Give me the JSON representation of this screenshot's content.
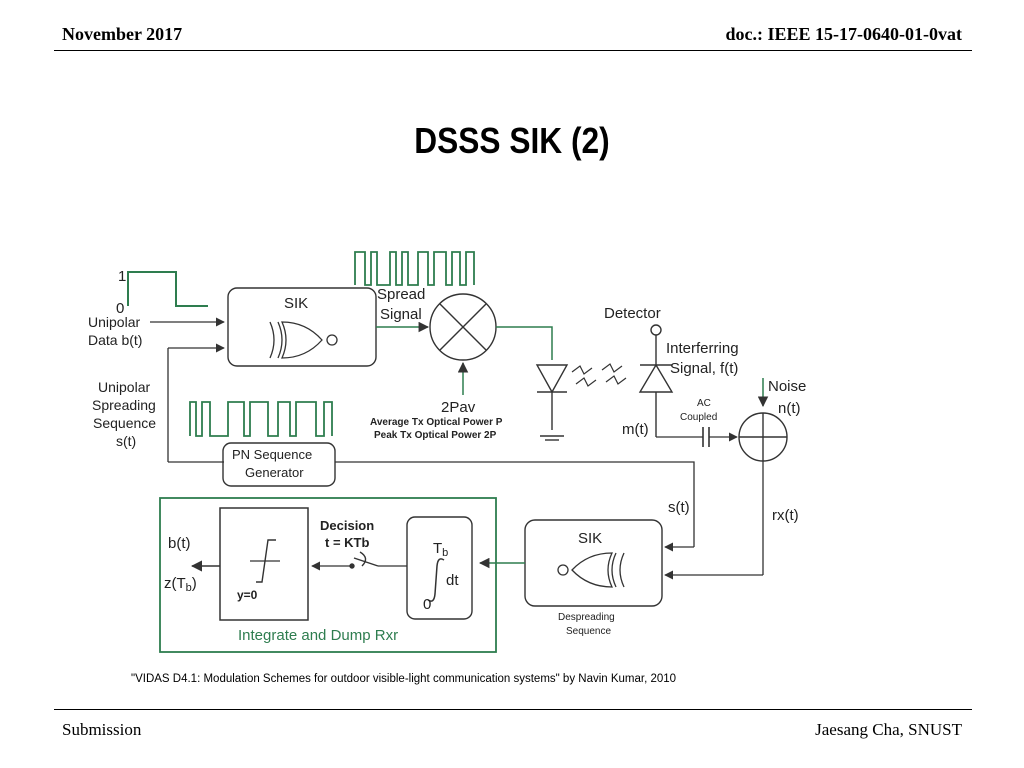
{
  "header": {
    "date": "November 2017",
    "doc": "doc.: IEEE 15-17-0640-01-0vat"
  },
  "title": "DSSS SIK (2)",
  "diagram": {
    "one": "1",
    "zero": "0",
    "unipolar_data_1": "Unipolar",
    "unipolar_data_2": "Data b(t)",
    "sik_top": "SIK",
    "spread_1": "Spread",
    "spread_2": "Signal",
    "detector": "Detector",
    "interfering_1": "Interferring",
    "interfering_2": "Signal, f(t)",
    "noise": "Noise",
    "noise_nt": "n(t)",
    "spreading_1": "Unipolar",
    "spreading_2": "Spreading",
    "spreading_3": "Sequence",
    "spreading_4": "s(t)",
    "two_pav": "2Pav",
    "avg_power": "Average Tx Optical Power P",
    "peak_power": "Peak Tx Optical Power 2P",
    "mt": "m(t)",
    "ac_1": "AC",
    "ac_2": "Coupled",
    "pn_1": "PN Sequence",
    "pn_2": "Generator",
    "st": "s(t)",
    "rxt": "rx(t)",
    "bt": "b(t)",
    "ztb": "z(T",
    "ztb_sub": "b",
    "ztb_close": ")",
    "y0": "y=0",
    "decision_1": "Decision",
    "decision_2": "t = KTb",
    "tb": "T",
    "tb_sub": "b",
    "int_zero": "0",
    "dt": "dt",
    "sik_bottom": "SIK",
    "despread_1": "Despreading",
    "despread_2": "Sequence",
    "integrate_dump": "Integrate and Dump Rxr"
  },
  "citation": "\"VIDAS D4.1: Modulation Schemes for outdoor visible-light communication systems\" by Navin Kumar, 2010",
  "footer": {
    "left": "Submission",
    "right": "Jaesang Cha, SNUST"
  }
}
